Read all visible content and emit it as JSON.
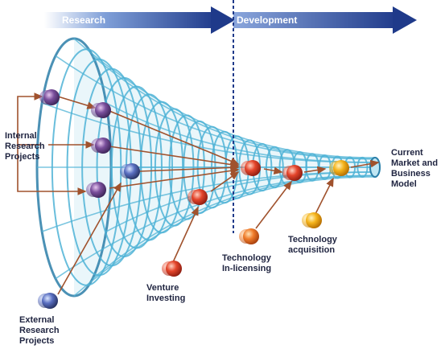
{
  "stages": {
    "research": "Research",
    "development": "Development"
  },
  "labels": {
    "internal": [
      "Internal",
      "Research",
      "Projects"
    ],
    "external": [
      "External",
      "Research",
      "Projects"
    ],
    "venture": [
      "Venture",
      "Investing"
    ],
    "inlicensing": [
      "Technology",
      "In-licensing"
    ],
    "acquisition": [
      "Technology",
      "acquisition"
    ],
    "market": [
      "Current",
      "Market and",
      "Business",
      "Model"
    ]
  },
  "colors": {
    "funnel": "#4fb3d6",
    "funnel_dark": "#2b7ea8",
    "arrow": "#a0522d",
    "banner_dark": "#1f3a8a",
    "project_internal": "#6a4c93",
    "project_orange": "#e8682a",
    "project_yellow": "#f2a81d",
    "text": "#1f2440"
  }
}
